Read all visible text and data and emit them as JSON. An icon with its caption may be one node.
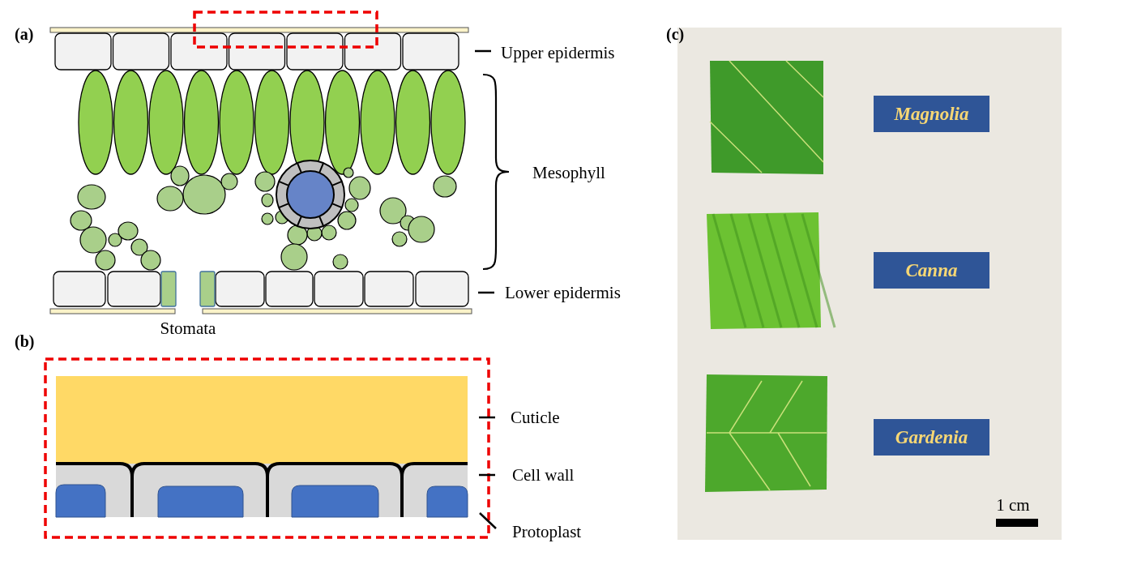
{
  "diagram": {
    "nodes": [
      {
        "text": [
          "Magnolia"
        ]
      },
      {
        "text": [
          "Canna"
        ]
      },
      {
        "text": [
          "Gardenia"
        ]
      }
    ],
    "labels": [
      "(a)",
      "Upper epidermis",
      "Mesophyll",
      "Lower epidermis",
      "Stomata",
      "(b)",
      "Cuticle",
      "Cell wall",
      "Protoplast",
      "(c)",
      "1 cm"
    ]
  }
}
